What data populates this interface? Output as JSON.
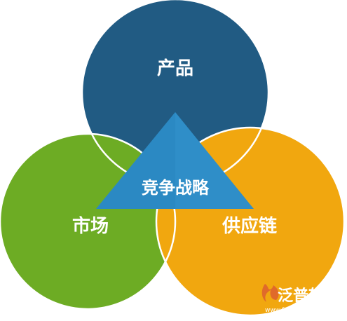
{
  "diagram": {
    "top_circle": {
      "label": "产品",
      "color": "#215b83"
    },
    "left_circle": {
      "label": "市场",
      "color": "#6dac24"
    },
    "right_circle": {
      "label": "供应链",
      "color": "#f1a70f"
    },
    "center": {
      "label": "竞争战略",
      "color": "#2f8ec8"
    },
    "outline_color": "#ffffff"
  },
  "watermark": {
    "brand": "泛普软件",
    "url": "www.fanpusoft.com",
    "logo_color": "#e06a2a"
  }
}
